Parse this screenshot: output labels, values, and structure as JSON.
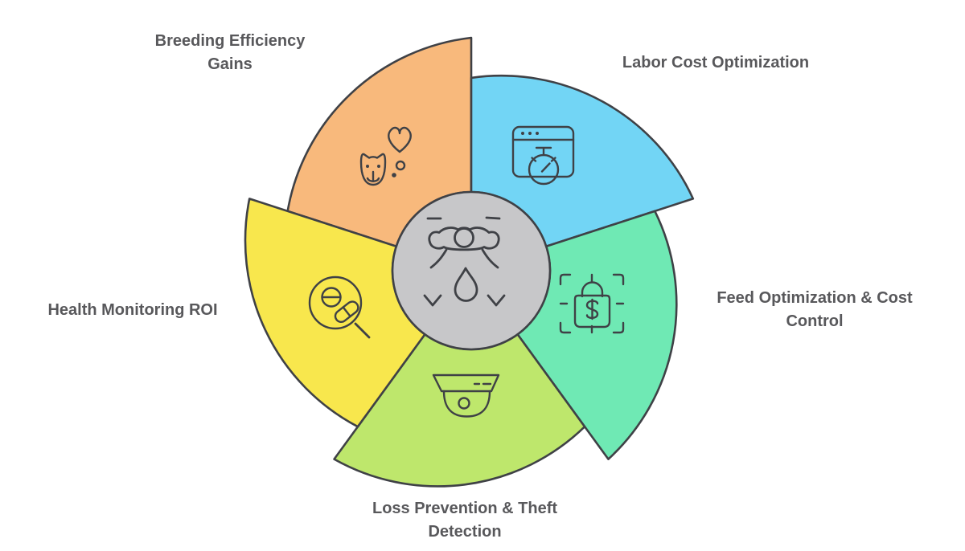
{
  "diagram": {
    "type": "pinwheel-infographic",
    "segment_count": 5,
    "center": {
      "icon": "drone-with-water-drop-icon",
      "fill": "#C7C7C9"
    },
    "segments": [
      {
        "label": "Breeding Efficiency Gains",
        "color": "#F8B97C",
        "icon": "pet-face-heart-icon",
        "position": "top-left"
      },
      {
        "label": "Labor Cost Optimization",
        "color": "#72D5F5",
        "icon": "browser-stopwatch-icon",
        "position": "top-right"
      },
      {
        "label": "Feed Optimization & Cost Control",
        "color": "#6FE9B4",
        "icon": "scan-shopping-bag-dollar-icon",
        "position": "right"
      },
      {
        "label": "Loss Prevention & Theft Detection",
        "color": "#BEE76C",
        "icon": "dome-security-camera-icon",
        "position": "bottom"
      },
      {
        "label": "Health Monitoring ROI",
        "color": "#F8E74D",
        "icon": "magnifier-pills-icon",
        "position": "left"
      }
    ],
    "glyphs": {
      "dollar": "$"
    }
  },
  "colors": {
    "background": "#FFFFFF",
    "outline": "#3F4146",
    "label_text": "#58585B",
    "center_fill": "#C7C7C9"
  }
}
